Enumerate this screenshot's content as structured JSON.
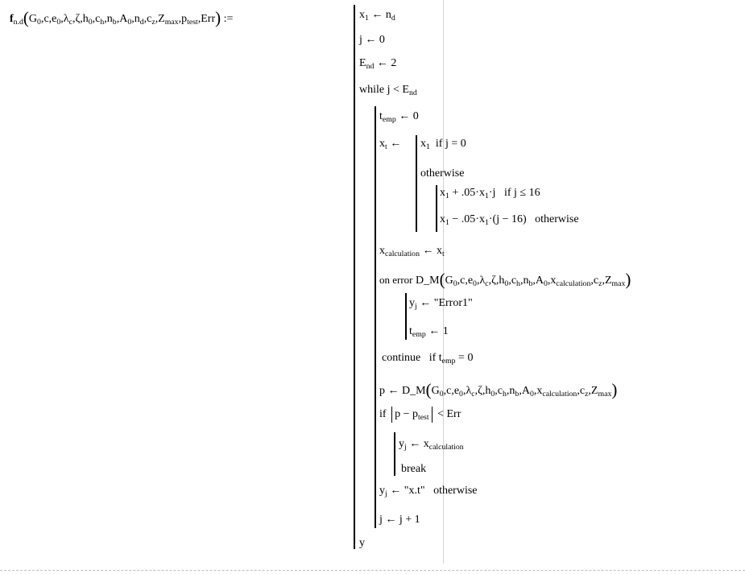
{
  "program": {
    "definition": {
      "fn": "f",
      "fn_sub": "n.d",
      "open": "(",
      "close": ")",
      "assign": ":=",
      "params_before_sub": "G",
      "params": [
        {
          "n": "G",
          "s": "0"
        },
        {
          "n": "c",
          "s": ""
        },
        {
          "n": "e",
          "s": "0"
        },
        {
          "n": "λ",
          "s": "c"
        },
        {
          "n": "ζ",
          "s": ""
        },
        {
          "n": "h",
          "s": "0"
        },
        {
          "n": "c",
          "s": "h"
        },
        {
          "n": "n",
          "s": "b"
        },
        {
          "n": "A",
          "s": "0"
        },
        {
          "n": "n",
          "s": "d"
        },
        {
          "n": "c",
          "s": "z"
        },
        {
          "n": "Z",
          "s": "max"
        },
        {
          "n": "p",
          "s": "test"
        },
        {
          "n": "Err",
          "s": ""
        }
      ]
    },
    "lines": {
      "x1_init": {
        "a": "x",
        "as": "1",
        "op": "←",
        "b": "n",
        "bs": "d"
      },
      "j_init": "j ← 0",
      "end_init": {
        "a": "E",
        "as": "nd",
        "rest": "← 2"
      },
      "while": {
        "kw": "while",
        "cond": "j <",
        "e": "E",
        "es": "nd"
      },
      "temp_init": {
        "a": "t",
        "as": "emp",
        "rest": "← 0"
      },
      "xt_assign": {
        "a": "x",
        "as": "t",
        "op": "←"
      },
      "case1": {
        "v": "x",
        "vs": "1",
        "cond": "if  j = 0"
      },
      "otherwise1": "otherwise",
      "case2": {
        "expr": "x",
        "s1": "1",
        "mid": " + .05·x",
        "s2": "1",
        "tail": "·j",
        "cond": "if  j ≤ 16"
      },
      "case3": {
        "expr": "x",
        "s1": "1",
        "mid": " − .05·x",
        "s2": "1",
        "tail": "·(j − 16)",
        "cond": "otherwise"
      },
      "xcalc": {
        "a": "x",
        "as": "calculation",
        "op": "←",
        "b": "x",
        "bs": "t"
      },
      "on_error": {
        "kw": "on error",
        "fn": "D_M",
        "last": "x",
        "last_s": "calculation"
      },
      "yerr": {
        "a": "y",
        "as": "j",
        "op": "←",
        "val": "\"Error1\""
      },
      "temp_set": {
        "a": "t",
        "as": "emp",
        "rest": "← 1"
      },
      "continue": {
        "kw": "continue",
        "cond": "if",
        "a": "t",
        "as": "emp",
        "rest": "= 0"
      },
      "p_assign": {
        "a": "p",
        "op": "←",
        "fn": "D_M"
      },
      "if_abs": {
        "kw": "if",
        "a": "p − p",
        "as": "test",
        "rest": "< Err"
      },
      "y_calc": {
        "a": "y",
        "as": "j",
        "op": "←",
        "b": "x",
        "bs": "calculation"
      },
      "break": "break",
      "y_xt": {
        "a": "y",
        "as": "j",
        "op": "←",
        "val": "\"x.t\"",
        "cond": "otherwise"
      },
      "j_inc": "j ← j + 1",
      "return": "y"
    }
  }
}
